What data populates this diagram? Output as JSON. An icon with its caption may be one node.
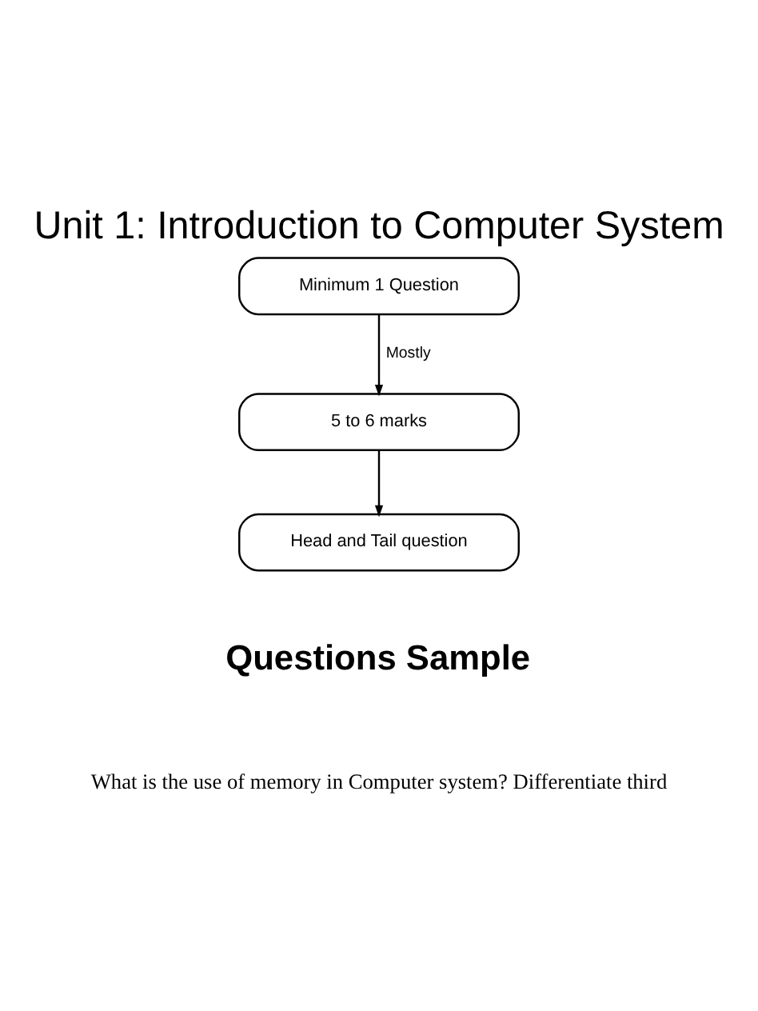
{
  "diagram": {
    "title": "Unit 1: Introduction to Computer System",
    "nodes": [
      {
        "text": [
          "Minimum 1 Question"
        ]
      },
      {
        "text": [
          "5 to 6 marks"
        ]
      },
      {
        "text": [
          "Head and Tail question"
        ]
      }
    ],
    "edges": [
      {
        "from": 0,
        "to": 1,
        "arrow": "to",
        "label": "Mostly"
      },
      {
        "from": 1,
        "to": 2,
        "arrow": "to"
      }
    ],
    "labels": [
      "Questions Sample",
      "What is the use of memory in Computer system? Differentiate third"
    ]
  }
}
